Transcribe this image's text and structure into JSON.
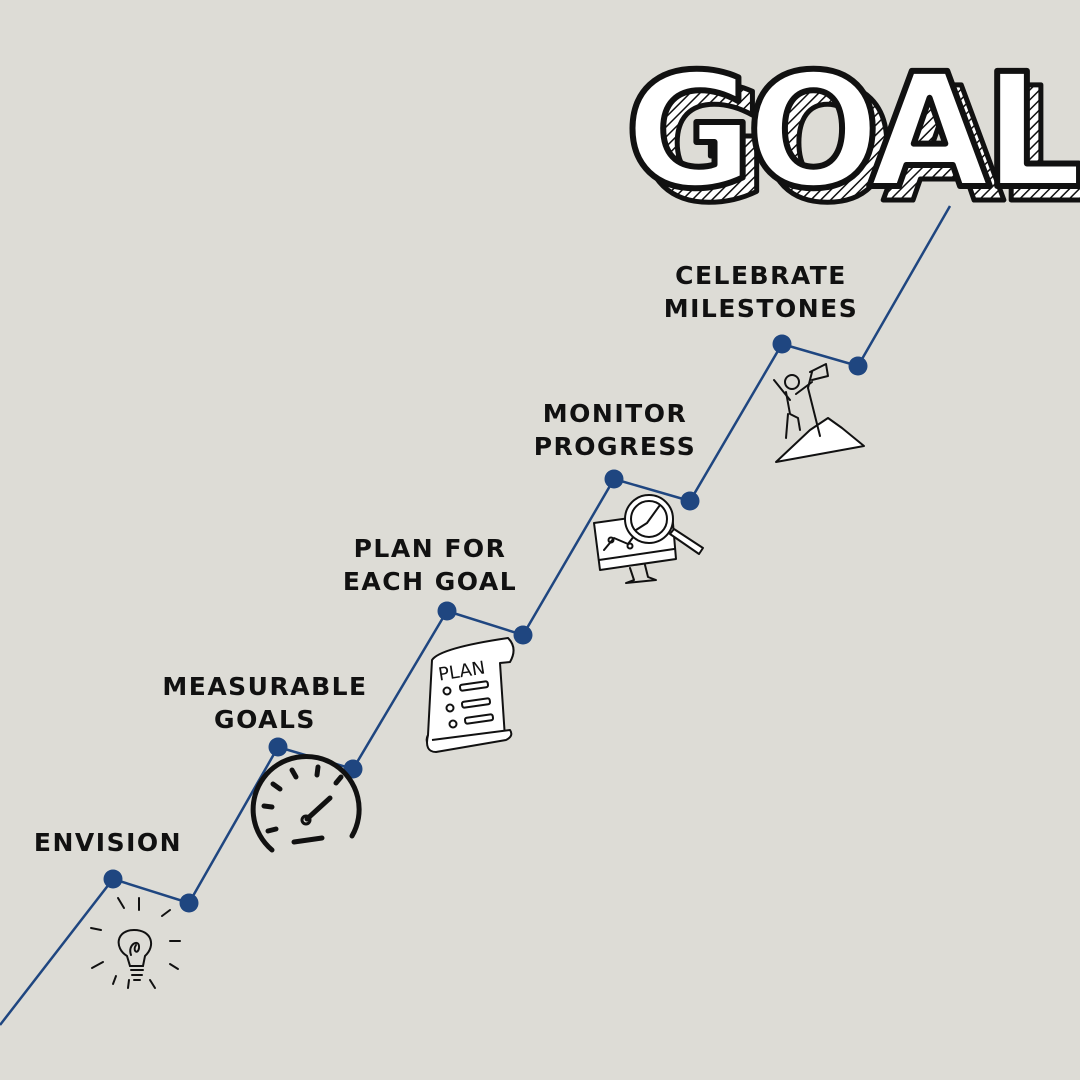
{
  "title": "GOAL",
  "colors": {
    "background": "#dddcd6",
    "line": "#1f4680",
    "dot": "#1f4680",
    "ink": "#111111"
  },
  "steps": [
    {
      "lines": [
        "ENVISION"
      ],
      "icon": "lightbulb-icon"
    },
    {
      "lines": [
        "MEASURABLE",
        "GOALS"
      ],
      "icon": "speedometer-icon"
    },
    {
      "lines": [
        "PLAN FOR",
        "EACH GOAL"
      ],
      "icon": "plan-scroll-icon",
      "icon_text": "PLAN"
    },
    {
      "lines": [
        "MONITOR",
        "PROGRESS"
      ],
      "icon": "monitor-magnifier-icon"
    },
    {
      "lines": [
        "CELEBRATE",
        "MILESTONES"
      ],
      "icon": "summit-flag-icon"
    }
  ]
}
